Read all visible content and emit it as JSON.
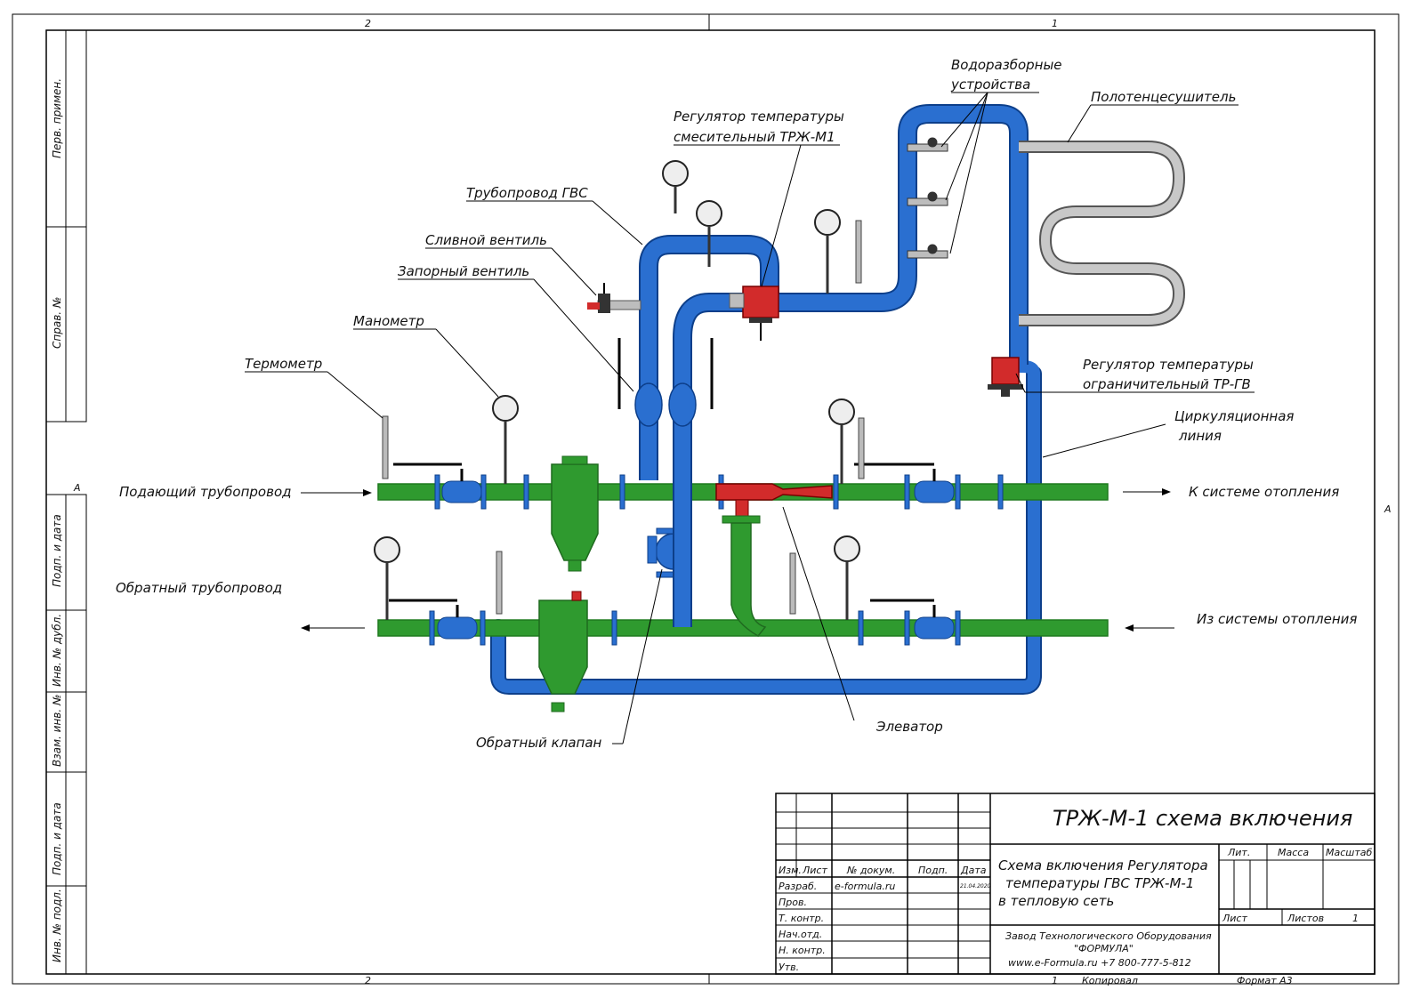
{
  "frame": {
    "zone_top_left": "2",
    "zone_top_right": "1",
    "zone_bottom_left": "2",
    "zone_bottom_right": "1",
    "zone_side_left": "A",
    "zone_side_right": "A",
    "side_perv": "Перв. примен.",
    "side_sprav": "Справ. №",
    "side_podp1": "Подп. и дата",
    "side_inv_dubl": "Инв. № дубл.",
    "side_vzam": "Взам. инв. №",
    "side_podp2": "Подп. и дата",
    "side_inv_podl": "Инв. № подл.",
    "kopiroval": "Копировал",
    "format": "Формат А3"
  },
  "labels": {
    "vodorazbor": [
      "Водоразборные",
      "устройства"
    ],
    "polotence": "Полотенцесушитель",
    "reg_smes": [
      "Регулятор температуры",
      "смесительный ТРЖ-М1"
    ],
    "truboprovod_gvs": "Трубопровод ГВС",
    "slivnoy": "Сливной вентиль",
    "zapornyy": "Запорный вентиль",
    "manometr": "Манометр",
    "termometr": "Термометр",
    "podayushchiy": "Подающий трубопровод",
    "obratnyy": "Обратный трубопровод",
    "reg_ogr": [
      "Регулятор температуры",
      "ограничительный ТР-ГВ"
    ],
    "cirk": [
      "Циркуляционная",
      "линия"
    ],
    "k_sisteme": "К системе отопления",
    "iz_sistemy": "Из системы отопления",
    "elevator": "Элеватор",
    "obr_klapan": "Обратный клапан"
  },
  "title_block": {
    "title": "ТРЖ-М-1 схема включения",
    "description": [
      "Схема включения Регулятора",
      "температуры ГВС ТРЖ-М-1",
      "в тепловую сеть"
    ],
    "col_izm": "Изм.",
    "col_list": "Лист",
    "col_doc": "№ докум.",
    "col_podp": "Подп.",
    "col_data": "Дата",
    "row_razrab": "Разраб.",
    "row_prov": "Пров.",
    "row_tkontr": "Т. контр.",
    "row_nachotd": "Нач.отд.",
    "row_nkontr": "Н. контр.",
    "row_utv": "Утв.",
    "razrab_name": "e-formula.ru",
    "razrab_date": "21.04.2020",
    "lit": "Лит.",
    "massa": "Масса",
    "masshtab": "Масштаб",
    "list": "Лист",
    "listov": "Листов",
    "listov_value": "1",
    "company": [
      "Завод Технологического Оборудования",
      "\"ФОРМУЛА\"",
      "www.e-Formula.ru +7 800-777-5-812"
    ]
  },
  "colors": {
    "green_pipe": "#2f9a2f",
    "blue_pipe": "#2a6fd0",
    "red_part": "#d22b2b",
    "grey_pipe": "#bdbdbd"
  }
}
